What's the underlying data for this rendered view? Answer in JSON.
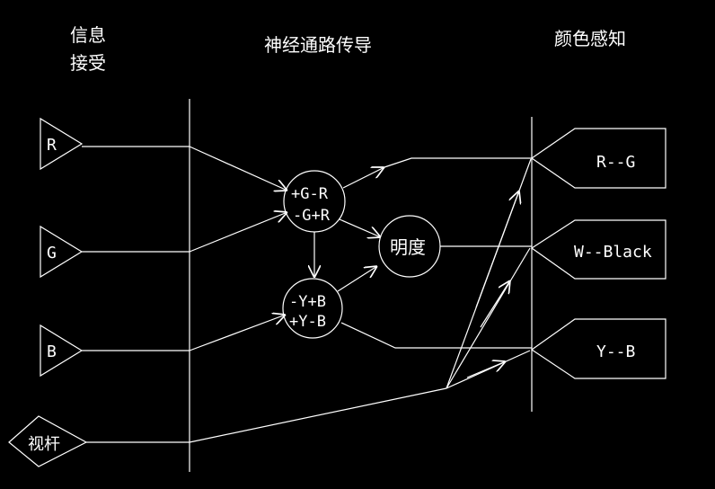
{
  "headers": {
    "receive_line1": "信息",
    "receive_line2": "接受",
    "pathway": "神经通路传导",
    "perception": "颜色感知"
  },
  "inputs": {
    "r": "R",
    "g": "G",
    "b": "B",
    "rod": "视杆"
  },
  "nodes": {
    "rg_line1": "+G-R",
    "rg_line2": "-G+R",
    "yb_line1": "-Y+B",
    "yb_line2": "+Y-B",
    "brightness": "明度"
  },
  "outputs": {
    "rg": "R--G",
    "wb": "W--Black",
    "yb": "Y--B"
  }
}
